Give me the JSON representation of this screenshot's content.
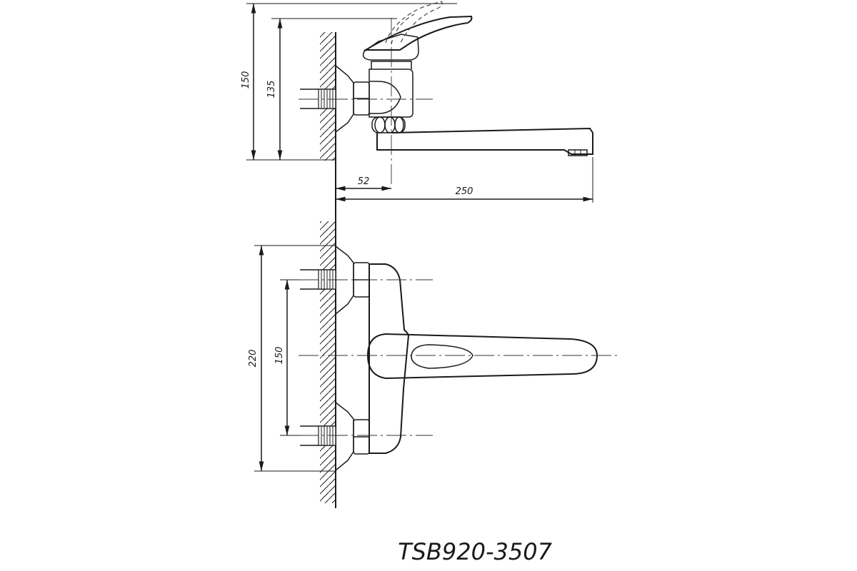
{
  "drawing": {
    "model_code": "TSB920-3507",
    "top_view": {
      "dim_total_height": "150",
      "dim_inlet_height": "135",
      "dim_body_offset": "52",
      "dim_spout_reach": "250"
    },
    "front_view": {
      "dim_overall_height": "220",
      "dim_inlet_spacing": "150"
    }
  }
}
